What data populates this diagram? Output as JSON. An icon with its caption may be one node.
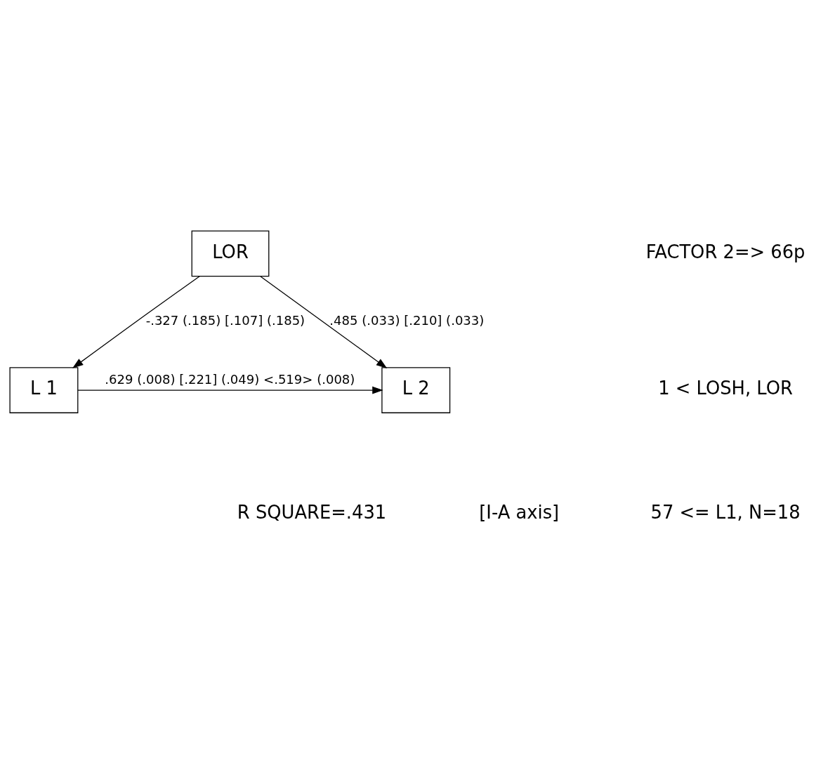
{
  "diagram": {
    "nodes": [
      {
        "text": [
          "LOR"
        ]
      },
      {
        "text": [
          "L 1"
        ]
      },
      {
        "text": [
          "L 2"
        ]
      }
    ],
    "edges": [
      {
        "from": 0,
        "to": 1,
        "arrow": "to",
        "label": "-.327 (.185) [.107] (.185)"
      },
      {
        "from": 0,
        "to": 2,
        "arrow": "to",
        "label": ".485 (.033) [.210] (.033)"
      },
      {
        "from": 1,
        "to": 2,
        "arrow": "to",
        "label": ".629 (.008) [.221] (.049) <.519> (.008)"
      }
    ],
    "labels": [
      "FACTOR 2=> 66p",
      "1 < LOSH, LOR",
      "57 <= L1, N=18",
      "R SQUARE=.431",
      "[I-A axis]"
    ]
  }
}
